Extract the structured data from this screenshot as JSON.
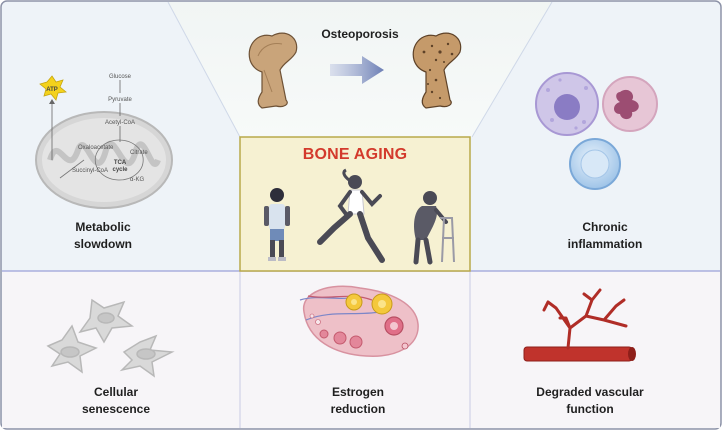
{
  "title": "BONE AGING",
  "top_label": "Osteoporosis",
  "panels": {
    "metabolic": "Metabolic slowdown",
    "inflammation": "Chronic inflammation",
    "senescence": "Cellular senescence",
    "estrogen": "Estrogen reduction",
    "vascular": "Degraded vascular function"
  },
  "pathway": {
    "atp": "ATP",
    "glucose": "Glucose",
    "pyruvate": "Pyruvate",
    "acetyl_coa": "Acetyl-CoA",
    "oxaloacetate": "Oxaloacetate",
    "citrate": "Citrate",
    "tca": "TCA",
    "cycle": "cycle",
    "succinyl_coa": "Succinyl-CoA",
    "akg": "α-KG"
  },
  "colors": {
    "center_fill": "#f6f1d2",
    "center_border": "#b9a94a",
    "title_red": "#d33a2c",
    "panel_bg": "#eef3f8",
    "panel_bottom_bg": "#f7f5f8",
    "divider": "#9aa0d8"
  }
}
